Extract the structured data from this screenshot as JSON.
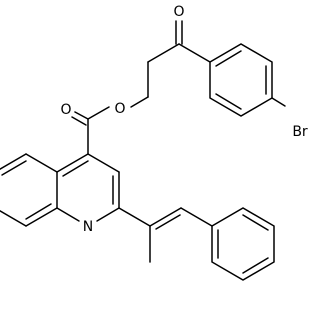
{
  "molecule": {
    "atom_labels": {
      "carbonyl_oxygen": "O",
      "ester_carbonyl_oxygen": "O",
      "ester_oxygen": "O",
      "bromine": "Br",
      "quinoline_nitrogen": "N"
    }
  }
}
